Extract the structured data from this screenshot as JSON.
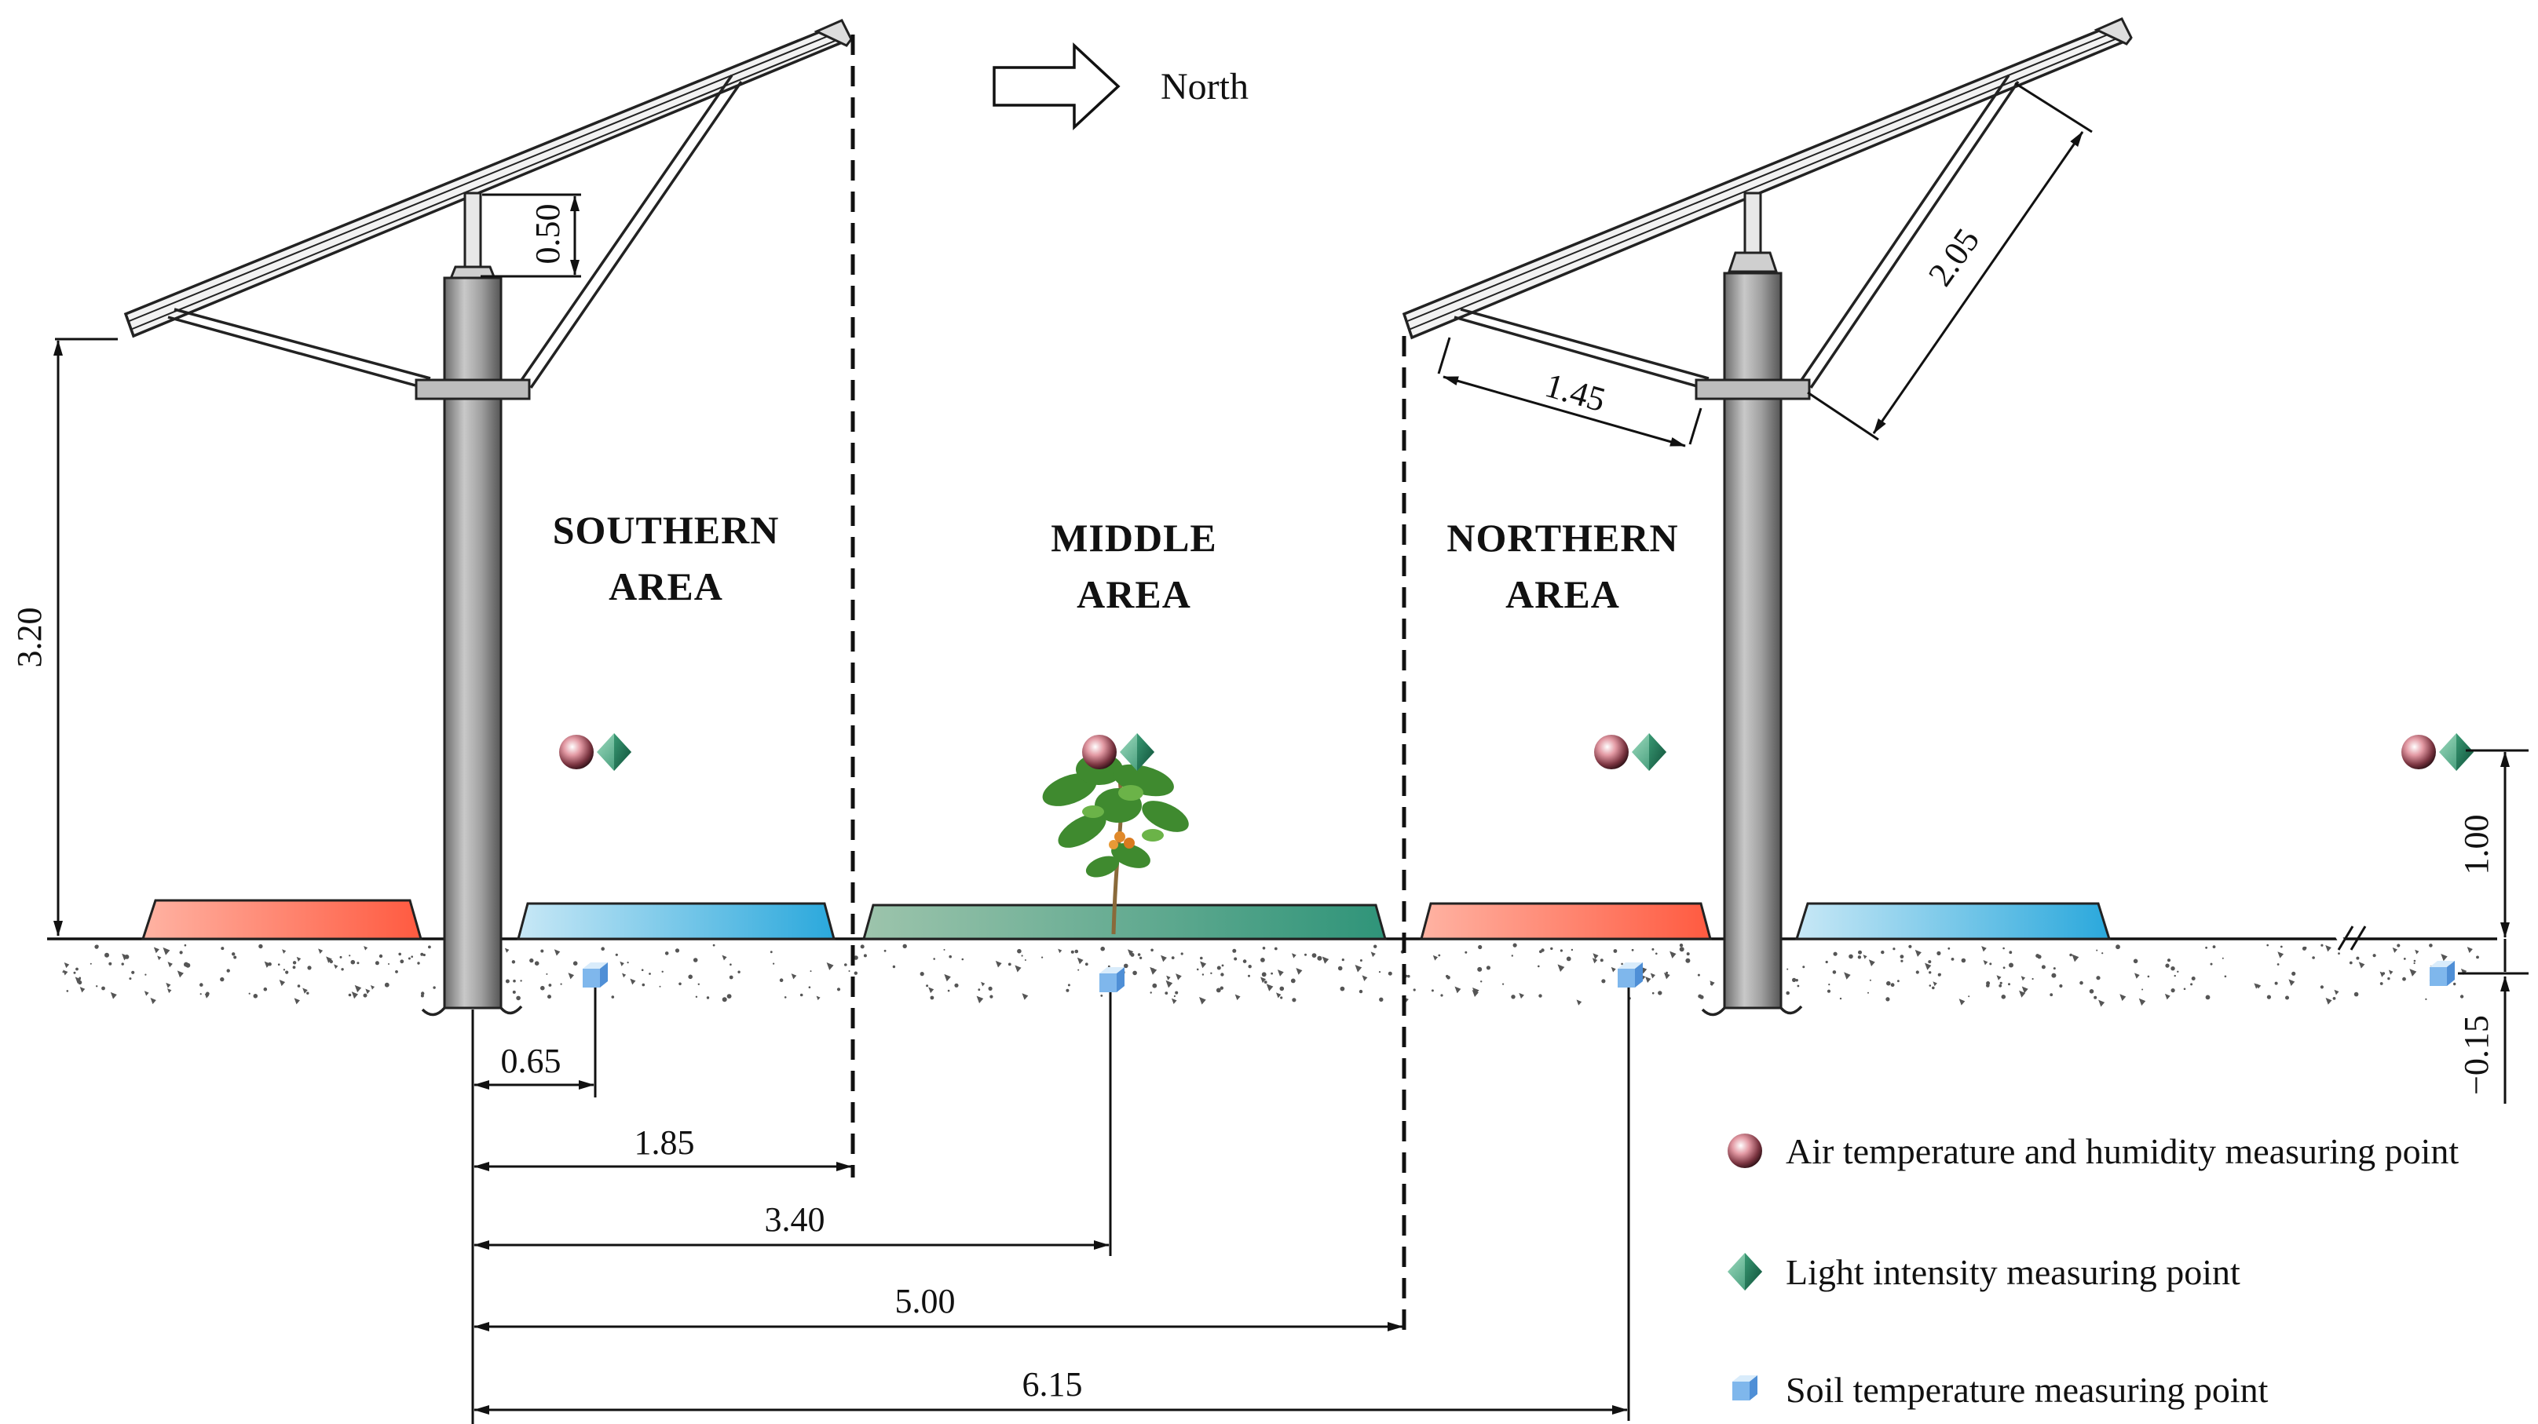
{
  "direction": {
    "label": "North"
  },
  "areas": {
    "southern": {
      "line1": "SOUTHERN",
      "line2": "AREA",
      "color": "#7ec6e4"
    },
    "middle": {
      "line1": "MIDDLE",
      "line2": "AREA",
      "color": "#4f9a7f"
    },
    "northern": {
      "line1": "NORTHERN",
      "line2": "AREA",
      "color": "#f36b5c"
    }
  },
  "dimensions": {
    "panel_height": "3.20",
    "bracket_offset": "0.50",
    "front_brace": "1.45",
    "rear_brace": "2.05",
    "measure_height": "1.00",
    "soil_depth": "−0.15",
    "d_065": "0.65",
    "d_185": "1.85",
    "d_340": "3.40",
    "d_500": "5.00",
    "d_615": "6.15"
  },
  "legend": [
    {
      "label": "Air temperature and humidity measuring point",
      "icon": "pink-sphere-icon"
    },
    {
      "label": "Light intensity measuring point",
      "icon": "green-diamond-icon"
    },
    {
      "label": "Soil temperature measuring point",
      "icon": "blue-cube-icon"
    }
  ],
  "colors": {
    "bed_red": "#ff6b55",
    "bed_blue": "#48b4e0",
    "bed_green": "#3f9a7c",
    "pole": "#8a8a8a"
  }
}
